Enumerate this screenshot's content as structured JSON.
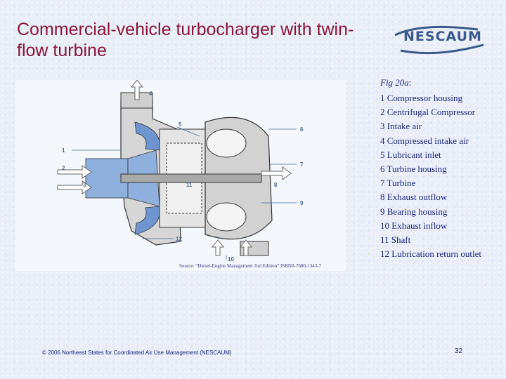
{
  "slide": {
    "title": "Commercial-vehicle turbocharger with twin-flow turbine",
    "logo_text": "NESCAUM",
    "source": "Source: “Diesel-Engine Management 2nd Edition” ISBN0-7680-1343-7",
    "footer": "© 2006 Northeast States for Coordinated Air Use Management (NESCAUM)",
    "page_number": "32"
  },
  "legend": {
    "title": "Fig 20a",
    "title_suffix": ":",
    "items": [
      "1 Compressor housing",
      "2 Centrifugal Compressor",
      "3 Intake air",
      "4 Compressed intake air",
      "5 Lubricant inlet",
      "6 Turbine housing",
      "7 Turbine",
      "8 Exhaust outflow",
      "9 Bearing housing",
      "10 Exhaust inflow",
      "11 Shaft",
      "12 Lubrication return outlet"
    ]
  },
  "figure": {
    "callouts": [
      "1",
      "2",
      "3",
      "4",
      "5",
      "6",
      "7",
      "8",
      "9",
      "10",
      "11",
      "12"
    ]
  },
  "colors": {
    "title": "#8b1538",
    "text": "#1a237e",
    "air": "#8fb0dc",
    "metal": "#c8c8c8"
  }
}
